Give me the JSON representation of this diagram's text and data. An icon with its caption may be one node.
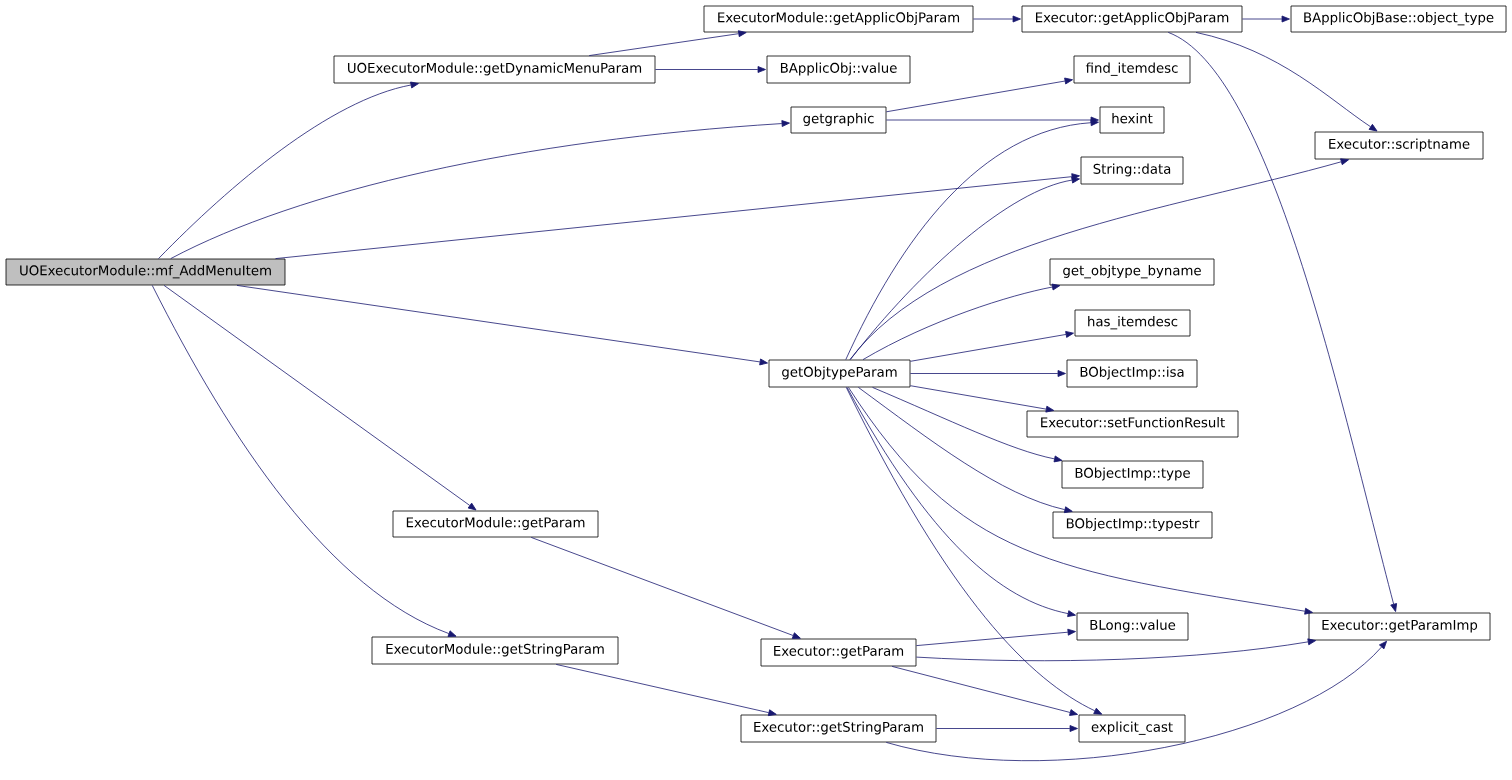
{
  "diagram": {
    "nodes": [
      {
        "text": [
          "ExecutorModule::getApplicObjParam"
        ]
      },
      {
        "text": [
          "Executor::getApplicObjParam"
        ]
      },
      {
        "text": [
          "BApplicObjBase::object_type"
        ]
      },
      {
        "text": [
          "UOExecutorModule::getDynamicMenuParam"
        ]
      },
      {
        "text": [
          "BApplicObj::value"
        ]
      },
      {
        "text": [
          "find_itemdesc"
        ]
      },
      {
        "text": [
          "getgraphic"
        ]
      },
      {
        "text": [
          "hexint"
        ]
      },
      {
        "text": [
          "Executor::scriptname"
        ]
      },
      {
        "text": [
          "String::data"
        ]
      },
      {
        "text": [
          "UOExecutorModule::mf_AddMenuItem"
        ]
      },
      {
        "text": [
          "get_objtype_byname"
        ]
      },
      {
        "text": [
          "has_itemdesc"
        ]
      },
      {
        "text": [
          "getObjtypeParam"
        ]
      },
      {
        "text": [
          "BObjectImp::isa"
        ]
      },
      {
        "text": [
          "Executor::setFunctionResult"
        ]
      },
      {
        "text": [
          "BObjectImp::type"
        ]
      },
      {
        "text": [
          "ExecutorModule::getParam"
        ]
      },
      {
        "text": [
          "BObjectImp::typestr"
        ]
      },
      {
        "text": [
          "BLong::value"
        ]
      },
      {
        "text": [
          "Executor::getParamImp"
        ]
      },
      {
        "text": [
          "ExecutorModule::getStringParam"
        ]
      },
      {
        "text": [
          "Executor::getParam"
        ]
      },
      {
        "text": [
          "Executor::getStringParam"
        ]
      },
      {
        "text": [
          "explicit_cast"
        ]
      }
    ],
    "edges": [
      {
        "from": 10,
        "to": 3,
        "arrow": "to"
      },
      {
        "from": 10,
        "to": 6,
        "arrow": "to"
      },
      {
        "from": 10,
        "to": 9,
        "arrow": "to"
      },
      {
        "from": 10,
        "to": 13,
        "arrow": "to"
      },
      {
        "from": 10,
        "to": 17,
        "arrow": "to"
      },
      {
        "from": 10,
        "to": 21,
        "arrow": "to"
      },
      {
        "from": 3,
        "to": 0,
        "arrow": "to"
      },
      {
        "from": 3,
        "to": 4,
        "arrow": "to"
      },
      {
        "from": 0,
        "to": 1,
        "arrow": "to"
      },
      {
        "from": 1,
        "to": 2,
        "arrow": "to"
      },
      {
        "from": 1,
        "to": 8,
        "arrow": "to"
      },
      {
        "from": 1,
        "to": 20,
        "arrow": "to"
      },
      {
        "from": 6,
        "to": 5,
        "arrow": "to"
      },
      {
        "from": 6,
        "to": 7,
        "arrow": "to"
      },
      {
        "from": 13,
        "to": 7,
        "arrow": "to"
      },
      {
        "from": 13,
        "to": 9,
        "arrow": "to"
      },
      {
        "from": 13,
        "to": 8,
        "arrow": "to"
      },
      {
        "from": 13,
        "to": 11,
        "arrow": "to"
      },
      {
        "from": 13,
        "to": 12,
        "arrow": "to"
      },
      {
        "from": 13,
        "to": 14,
        "arrow": "to"
      },
      {
        "from": 13,
        "to": 15,
        "arrow": "to"
      },
      {
        "from": 13,
        "to": 16,
        "arrow": "to"
      },
      {
        "from": 13,
        "to": 18,
        "arrow": "to"
      },
      {
        "from": 13,
        "to": 20,
        "arrow": "to"
      },
      {
        "from": 13,
        "to": 19,
        "arrow": "to"
      },
      {
        "from": 13,
        "to": 24,
        "arrow": "to"
      },
      {
        "from": 17,
        "to": 22,
        "arrow": "to"
      },
      {
        "from": 21,
        "to": 23,
        "arrow": "to"
      },
      {
        "from": 22,
        "to": 19,
        "arrow": "to"
      },
      {
        "from": 22,
        "to": 20,
        "arrow": "to"
      },
      {
        "from": 22,
        "to": 24,
        "arrow": "to"
      },
      {
        "from": 23,
        "to": 24,
        "arrow": "to"
      },
      {
        "from": 23,
        "to": 20,
        "arrow": "to"
      }
    ]
  }
}
